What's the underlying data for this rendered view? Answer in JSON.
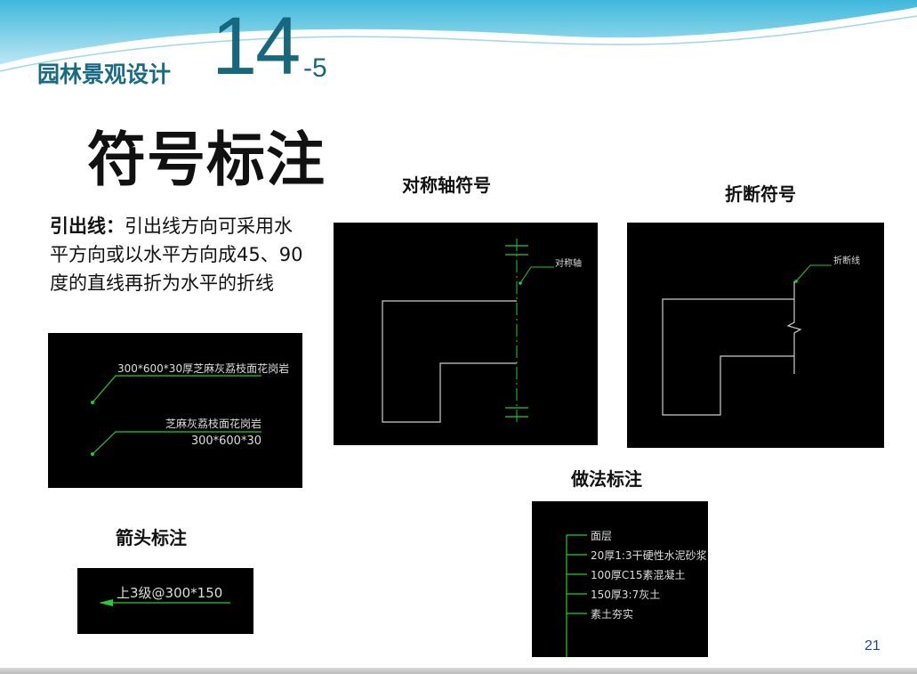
{
  "header": {
    "course_title": "园林景观设计",
    "chapter_number": "14",
    "chapter_sub": "-5"
  },
  "slide": {
    "title": "符号标注",
    "page_number": "21"
  },
  "leader_section": {
    "term": "引出线：",
    "description": "引出线方向可采用水平方向或以水平方向成45、90度的直线再折为水平的折线",
    "label1": "300*600*30厚芝麻灰荔枝面花岗岩",
    "label2_top": "芝麻灰荔枝面花岗岩",
    "label2_bottom": "300*600*30"
  },
  "symmetry_section": {
    "heading": "对称轴符号",
    "label": "对称轴"
  },
  "break_section": {
    "heading": "折断符号",
    "label": "折断线"
  },
  "arrow_section": {
    "heading": "箭头标注",
    "label": "上3级@300*150"
  },
  "method_section": {
    "heading": "做法标注",
    "layers": [
      "面层",
      "20厚1:3干硬性水泥砂浆",
      "100厚C15素混凝土",
      "150厚3:7灰土",
      "素土夯实"
    ]
  },
  "colors": {
    "accent": "#1a6a86",
    "cad_green": "#22cc33",
    "cad_text": "#dddddd"
  }
}
